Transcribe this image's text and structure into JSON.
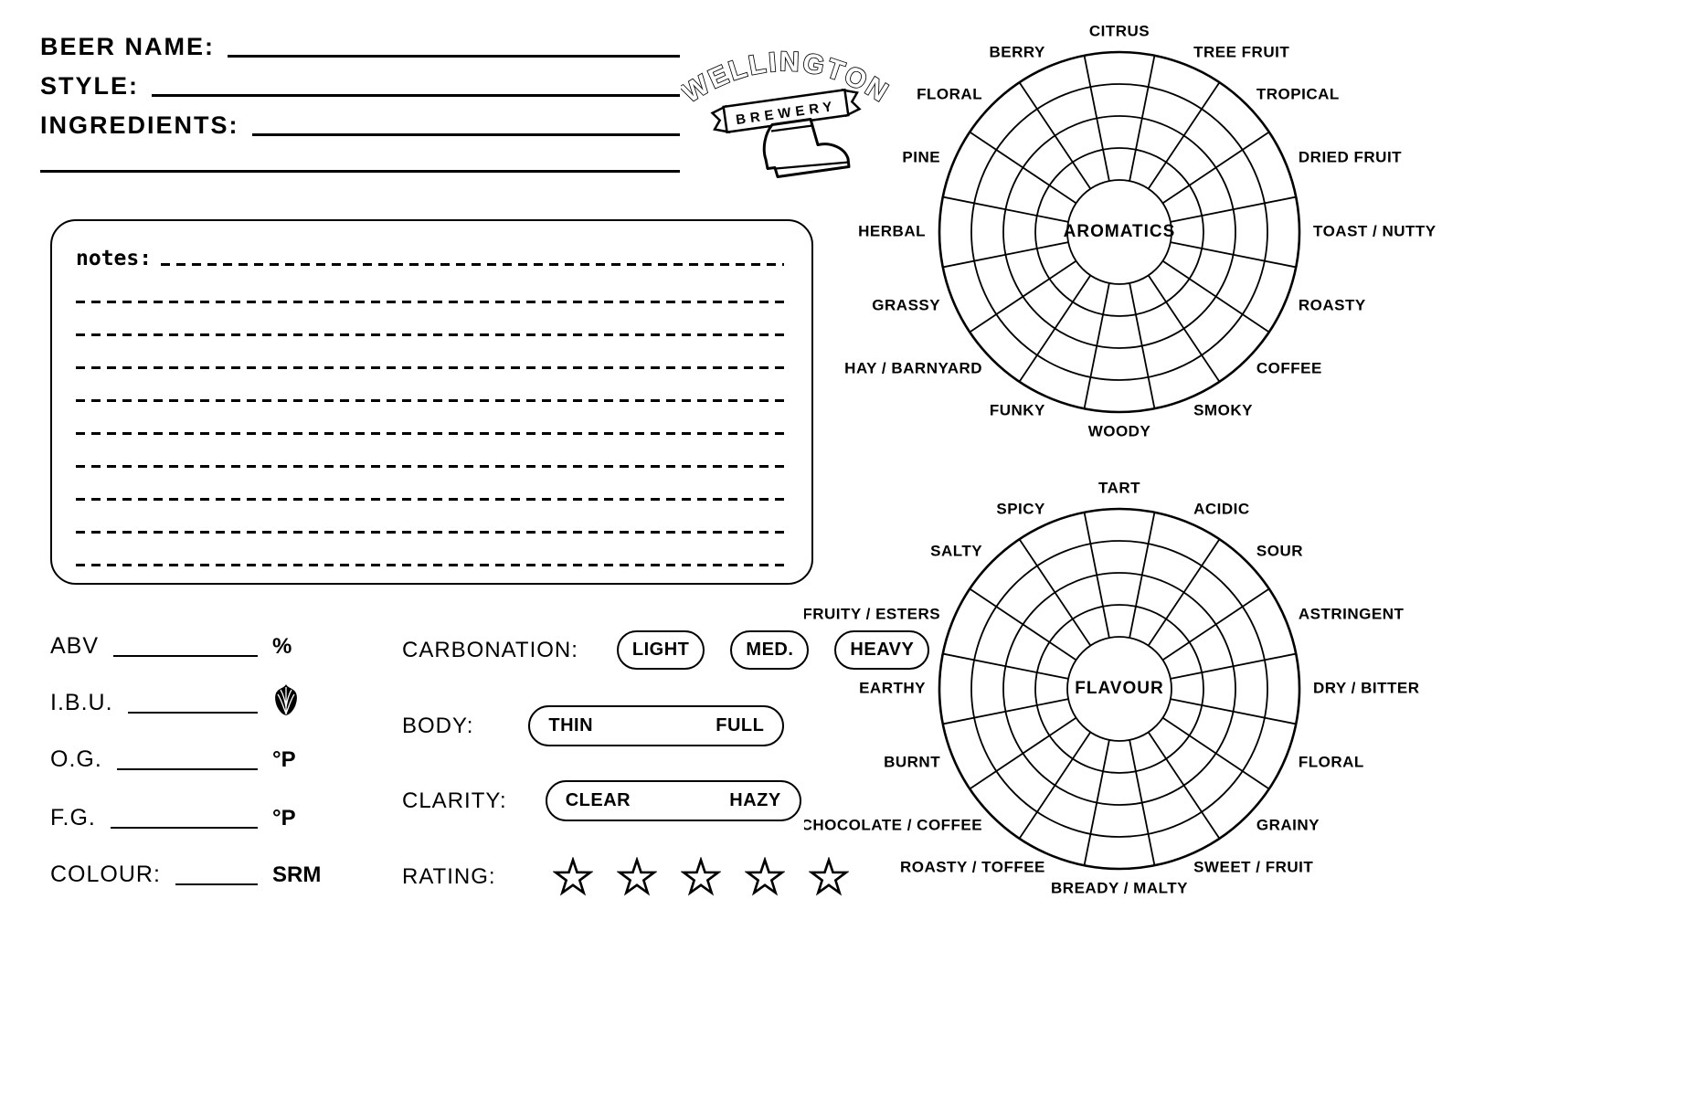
{
  "page": {
    "background": "#ffffff",
    "ink": "#000000"
  },
  "fields": {
    "beer_name_label": "BEER NAME:",
    "style_label": "STYLE:",
    "ingredients_label": "INGREDIENTS:"
  },
  "logo": {
    "name": "WELLINGTON",
    "banner": "BREWERY"
  },
  "notes": {
    "label": "notes:",
    "dashed_lines_total": 10
  },
  "stats": [
    {
      "label": "ABV",
      "unit": "%"
    },
    {
      "label": "I.B.U.",
      "unit_icon": "hop-icon"
    },
    {
      "label": "O.G.",
      "unit": "°P"
    },
    {
      "label": "F.G.",
      "unit": "°P"
    },
    {
      "label": "COLOUR:",
      "unit": "SRM"
    }
  ],
  "controls": {
    "carbonation_label": "CARBONATION:",
    "carbonation_options": [
      "LIGHT",
      "MED.",
      "HEAVY"
    ],
    "body_label": "BODY:",
    "body_min": "THIN",
    "body_max": "FULL",
    "clarity_label": "CLARITY:",
    "clarity_min": "CLEAR",
    "clarity_max": "HAZY",
    "rating_label": "RATING:",
    "rating_stars": 5
  },
  "chart_data": [
    {
      "type": "radar-wheel",
      "title": "AROMATICS",
      "rings": 5,
      "sectors": 16,
      "labels": [
        "CITRUS",
        "TREE FRUIT",
        "TROPICAL",
        "DRIED FRUIT",
        "TOAST / NUTTY",
        "ROASTY",
        "COFFEE",
        "SMOKY",
        "WOODY",
        "FUNKY",
        "HAY / BARNYARD",
        "GRASSY",
        "HERBAL",
        "PINE",
        "FLORAL",
        "BERRY"
      ]
    },
    {
      "type": "radar-wheel",
      "title": "FLAVOUR",
      "rings": 5,
      "sectors": 16,
      "labels": [
        "TART",
        "ACIDIC",
        "SOUR",
        "ASTRINGENT",
        "DRY / BITTER",
        "FLORAL",
        "GRAINY",
        "SWEET / FRUIT",
        "BREADY / MALTY",
        "ROASTY / TOFFEE",
        "CHOCOLATE / COFFEE",
        "BURNT",
        "EARTHY",
        "FRUITY / ESTERS",
        "SALTY",
        "SPICY"
      ]
    }
  ]
}
